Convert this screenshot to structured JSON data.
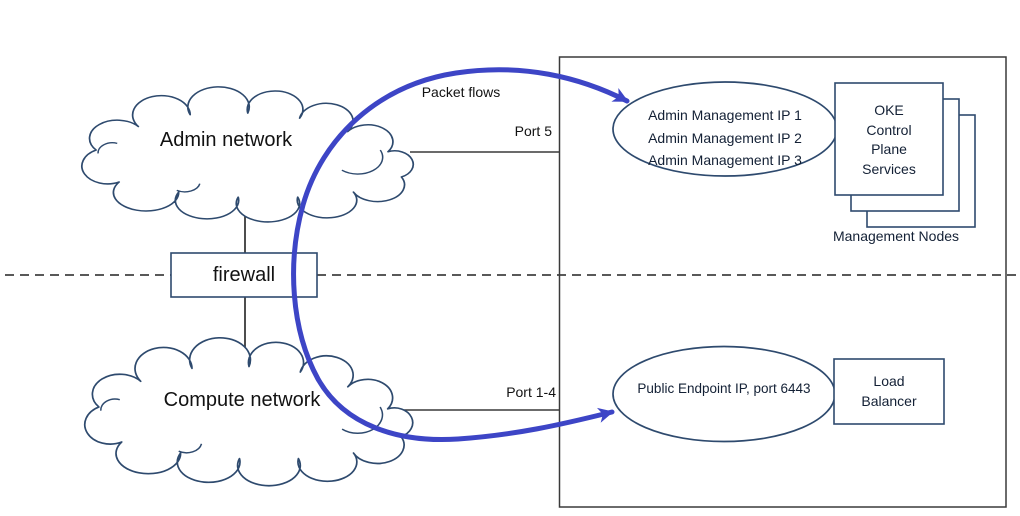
{
  "labels": {
    "admin_network": "Admin network",
    "compute_network": "Compute network",
    "firewall": "firewall",
    "packet_flows": "Packet flows",
    "port_5": "Port 5",
    "port_1_4": "Port 1-4",
    "management_nodes": "Management Nodes",
    "public_endpoint": "Public Endpoint IP, port 6443"
  },
  "admin_ellipse_lines": [
    "Admin Management IP 1",
    "Admin Management IP 2",
    "Admin Management IP 3"
  ],
  "oke_card_lines": [
    "OKE",
    "Control",
    "Plane",
    "Services"
  ],
  "load_balancer_lines": [
    "Load",
    "Balancer"
  ],
  "colors": {
    "arrow_blue": "#3d45c6",
    "shape_stroke_navy": "#2e4a6e",
    "line_dark": "#3a3a3a",
    "dashed_line": "#222222"
  }
}
